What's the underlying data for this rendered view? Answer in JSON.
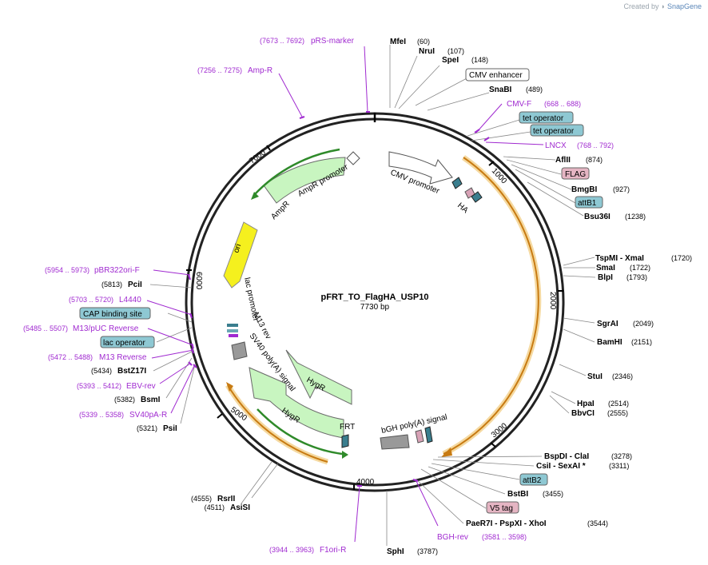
{
  "credit": {
    "prefix": "Created by",
    "brand": "SnapGene"
  },
  "plasmid": {
    "name": "pFRT_TO_FlagHA_USP10",
    "size": "7730 bp"
  },
  "ticks": [
    "1000",
    "2000",
    "3000",
    "4000",
    "5000",
    "6000",
    "7000"
  ],
  "primers_left": [
    {
      "range": "(7673 .. 7692)",
      "name": "pRS-marker"
    },
    {
      "range": "(7256 .. 7275)",
      "name": "Amp-R"
    },
    {
      "range": "(5954 .. 5973)",
      "name": "pBR322ori-F"
    },
    {
      "range": "(5703 .. 5720)",
      "name": "L4440"
    },
    {
      "range": "(5485 .. 5507)",
      "name": "M13/pUC Reverse"
    },
    {
      "range": "(5472 .. 5488)",
      "name": "M13 Reverse"
    },
    {
      "range": "(5393 .. 5412)",
      "name": "EBV-rev"
    },
    {
      "range": "(5339 .. 5358)",
      "name": "SV40pA-R"
    },
    {
      "range": "(3944 .. 3963)",
      "name": "F1ori-R"
    }
  ],
  "primers_right": [
    {
      "name": "CMV-F",
      "range": "(668 .. 688)"
    },
    {
      "name": "LNCX",
      "range": "(768 .. 792)"
    },
    {
      "name": "BGH-rev",
      "range": "(3581 .. 3598)"
    }
  ],
  "enzymes_left": [
    {
      "name": "PciI",
      "pos": "(5813)"
    },
    {
      "name": "BstZ17I",
      "pos": "(5434)"
    },
    {
      "name": "BsmI",
      "pos": "(5382)"
    },
    {
      "name": "PsiI",
      "pos": "(5321)"
    },
    {
      "name": "RsrII",
      "pos": "(4555)"
    },
    {
      "name": "AsiSI",
      "pos": "(4511)"
    }
  ],
  "enzymes_right": [
    {
      "name": "MfeI",
      "pos": "(60)"
    },
    {
      "name": "NruI",
      "pos": "(107)"
    },
    {
      "name": "SpeI",
      "pos": "(148)"
    },
    {
      "name": "SnaBI",
      "pos": "(489)"
    },
    {
      "name": "AflII",
      "pos": "(874)"
    },
    {
      "name": "BmgBI",
      "pos": "(927)"
    },
    {
      "name": "Bsu36I",
      "pos": "(1238)"
    },
    {
      "name": "TspMI - XmaI",
      "pos": "(1720)"
    },
    {
      "name": "SmaI",
      "pos": "(1722)"
    },
    {
      "name": "BlpI",
      "pos": "(1793)"
    },
    {
      "name": "SgrAI",
      "pos": "(2049)"
    },
    {
      "name": "BamHI",
      "pos": "(2151)"
    },
    {
      "name": "StuI",
      "pos": "(2346)"
    },
    {
      "name": "HpaI",
      "pos": "(2514)"
    },
    {
      "name": "BbvCI",
      "pos": "(2555)"
    },
    {
      "name": "BspDI - ClaI",
      "pos": "(3278)"
    },
    {
      "name": "CsiI - SexAI *",
      "pos": "(3311)"
    },
    {
      "name": "BstBI",
      "pos": "(3455)"
    },
    {
      "name": "PaeR7I - PspXI - XhoI",
      "pos": "(3544)"
    },
    {
      "name": "SphI",
      "pos": "(3787)"
    }
  ],
  "boxed_features": [
    {
      "label": "CMV enhancer",
      "color": "#ffffff"
    },
    {
      "label": "tet operator",
      "color": "#8ec8d3"
    },
    {
      "label": "tet operator",
      "color": "#8ec8d3"
    },
    {
      "label": "FLAG",
      "color": "#e5b5c3"
    },
    {
      "label": "attB1",
      "color": "#8ec8d3"
    },
    {
      "label": "attB2",
      "color": "#8ec8d3"
    },
    {
      "label": "V5 tag",
      "color": "#e5b5c3"
    },
    {
      "label": "CAP binding site",
      "color": "#8ec8d3"
    },
    {
      "label": "lac operator",
      "color": "#8ec8d3"
    }
  ],
  "features_inside": {
    "cmv_promoter": "CMV promoter",
    "ha": "HA",
    "ampr_promoter": "AmpR promoter",
    "ampr": "AmpR",
    "ori": "ori",
    "lac_promoter": "lac promoter",
    "m13_rev": "M13 rev",
    "sv40_polya": "SV40 poly(A) signal",
    "hygr_1": "HygR",
    "hygr_2": "HygR",
    "frt": "FRT",
    "bgh_polya": "bGH poly(A) signal"
  },
  "colors": {
    "primer": "#a02ad0",
    "promoter_fill": "#ffffff",
    "marker_fill": "#c8f5c0",
    "marker_stroke": "#3a8a2a",
    "ori_fill": "#f5f01e",
    "insert_arrow": "#c87b12",
    "insert_glow": "#f5d9a0",
    "feature_teal": "#8ec8d3",
    "feature_pink": "#e5b5c3"
  }
}
